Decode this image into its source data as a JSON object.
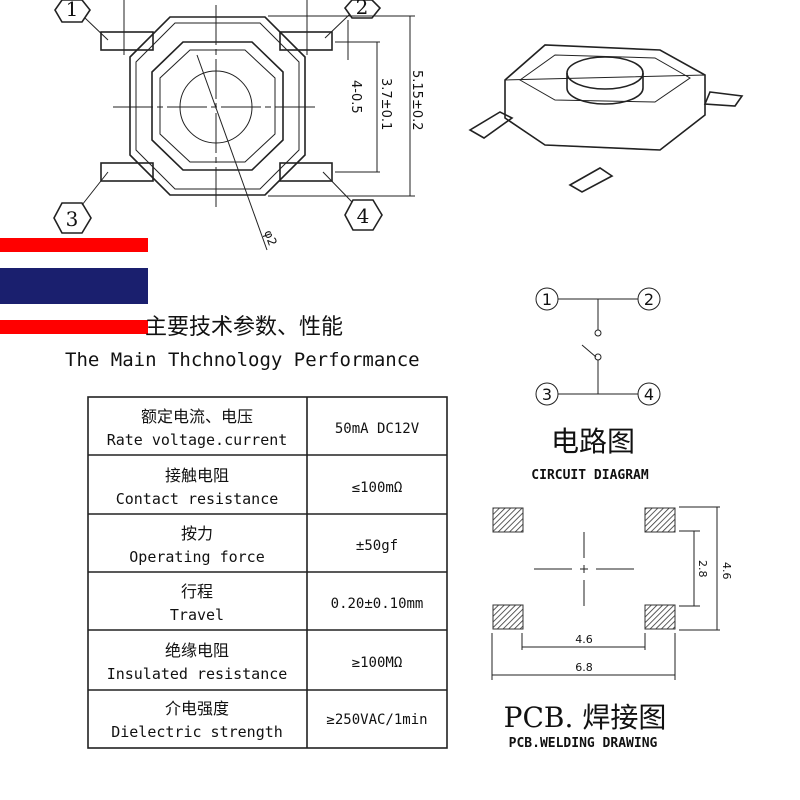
{
  "top_view": {
    "pins": [
      "1",
      "2",
      "3",
      "4"
    ],
    "dims": {
      "pin_width": "4-0.5",
      "pin_pitch": "3.7±0.1",
      "body": "5.15±0.2",
      "button_dia": "φ2"
    }
  },
  "flag_colors": {
    "red": "#ff0000",
    "blue": "#1a1f6e",
    "white": "#ffffff"
  },
  "section": {
    "title_cn": "主要技术参数、性能",
    "title_en": "The Main Thchnology Performance"
  },
  "specs": [
    {
      "cn": "额定电流、电压",
      "en": "Rate voltage.current",
      "value": "50mA DC12V"
    },
    {
      "cn": "接触电阻",
      "en": "Contact resistance",
      "value": "≤100mΩ"
    },
    {
      "cn": "按力",
      "en": "Operating force",
      "value": "±50gf"
    },
    {
      "cn": "行程",
      "en": "Travel",
      "value": "0.20±0.10mm"
    },
    {
      "cn": "绝缘电阻",
      "en": "Insulated resistance",
      "value": "≥100MΩ"
    },
    {
      "cn": "介电强度",
      "en": "Dielectric strength",
      "value": "≥250VAC/1min"
    }
  ],
  "circuit": {
    "pins": [
      "1",
      "2",
      "3",
      "4"
    ],
    "title_cn": "电路图",
    "title_en": "CIRCUIT DIAGRAM"
  },
  "pcb": {
    "dims": {
      "inner_h": "2.8",
      "outer_h": "4.6",
      "inner_w": "4.6",
      "outer_w": "6.8"
    },
    "title_cn": "PCB. 焊接图",
    "title_en": "PCB.WELDING DRAWING"
  }
}
